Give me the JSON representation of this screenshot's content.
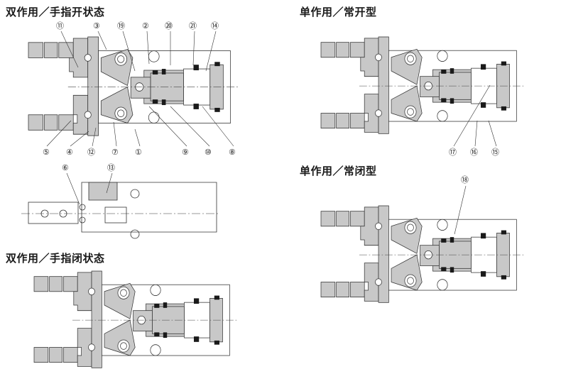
{
  "colors": {
    "part_fill": "#c8c8c8",
    "part_stroke": "#333333",
    "seal_fill": "#1a1a1a",
    "background": "#ffffff",
    "centerline": "#444444"
  },
  "sections": [
    {
      "id": "double-open",
      "title": "双作用／手指开状态"
    },
    {
      "id": "single-open",
      "title": "单作用／常开型"
    },
    {
      "id": "single-closed",
      "title": "单作用／常闭型"
    },
    {
      "id": "double-closed",
      "title": "双作用／手指闭状态"
    }
  ],
  "callouts": {
    "double_open_top": [
      "⑪",
      "③",
      "⑲",
      "②",
      "⑳",
      "㉑",
      "⑭"
    ],
    "double_open_bottom": [
      "⑤",
      "④",
      "⑫",
      "⑦",
      "①",
      "⑨",
      "⑩",
      "⑧"
    ],
    "top_view": [
      "⑥",
      "⑬"
    ],
    "single_open": [
      "⑰",
      "⑯",
      "⑮"
    ],
    "single_closed": [
      "⑱"
    ]
  }
}
